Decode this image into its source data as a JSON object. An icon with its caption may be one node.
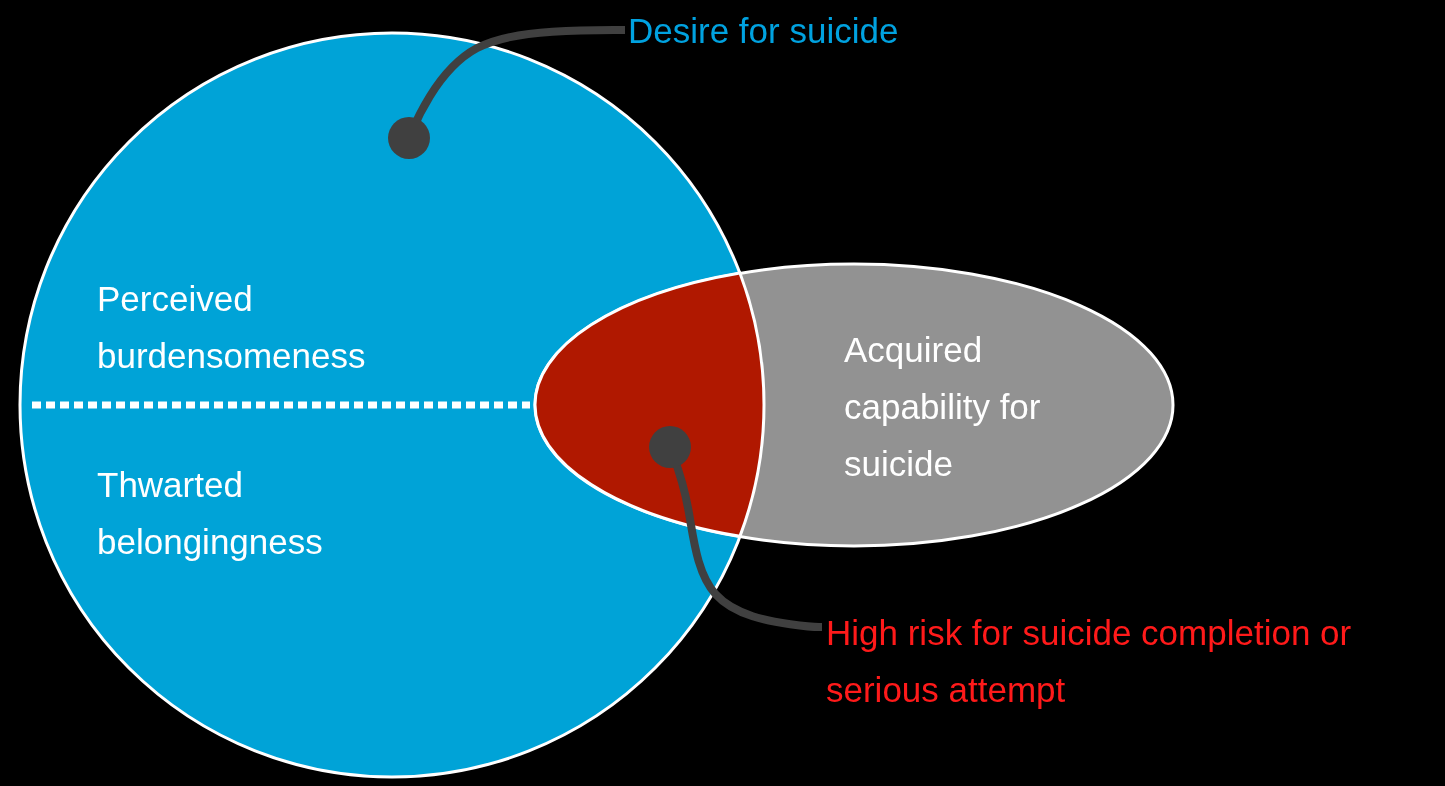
{
  "diagram": {
    "nodes": [
      {
        "text": [
          "Perceived burdensomeness",
          "Thwarted belongingness"
        ]
      },
      {
        "text": [
          "Acquired capability for suicide"
        ]
      },
      {
        "text": [
          "Desire for suicide"
        ]
      },
      {
        "text": [],
        "shape": "lens"
      },
      {
        "text": [
          "High risk for suicide completion or serious attempt"
        ]
      }
    ],
    "edges": [
      {
        "from": 2,
        "to": 0,
        "arrow": "other"
      },
      {
        "from": 4,
        "to": 3,
        "arrow": "other"
      }
    ]
  }
}
